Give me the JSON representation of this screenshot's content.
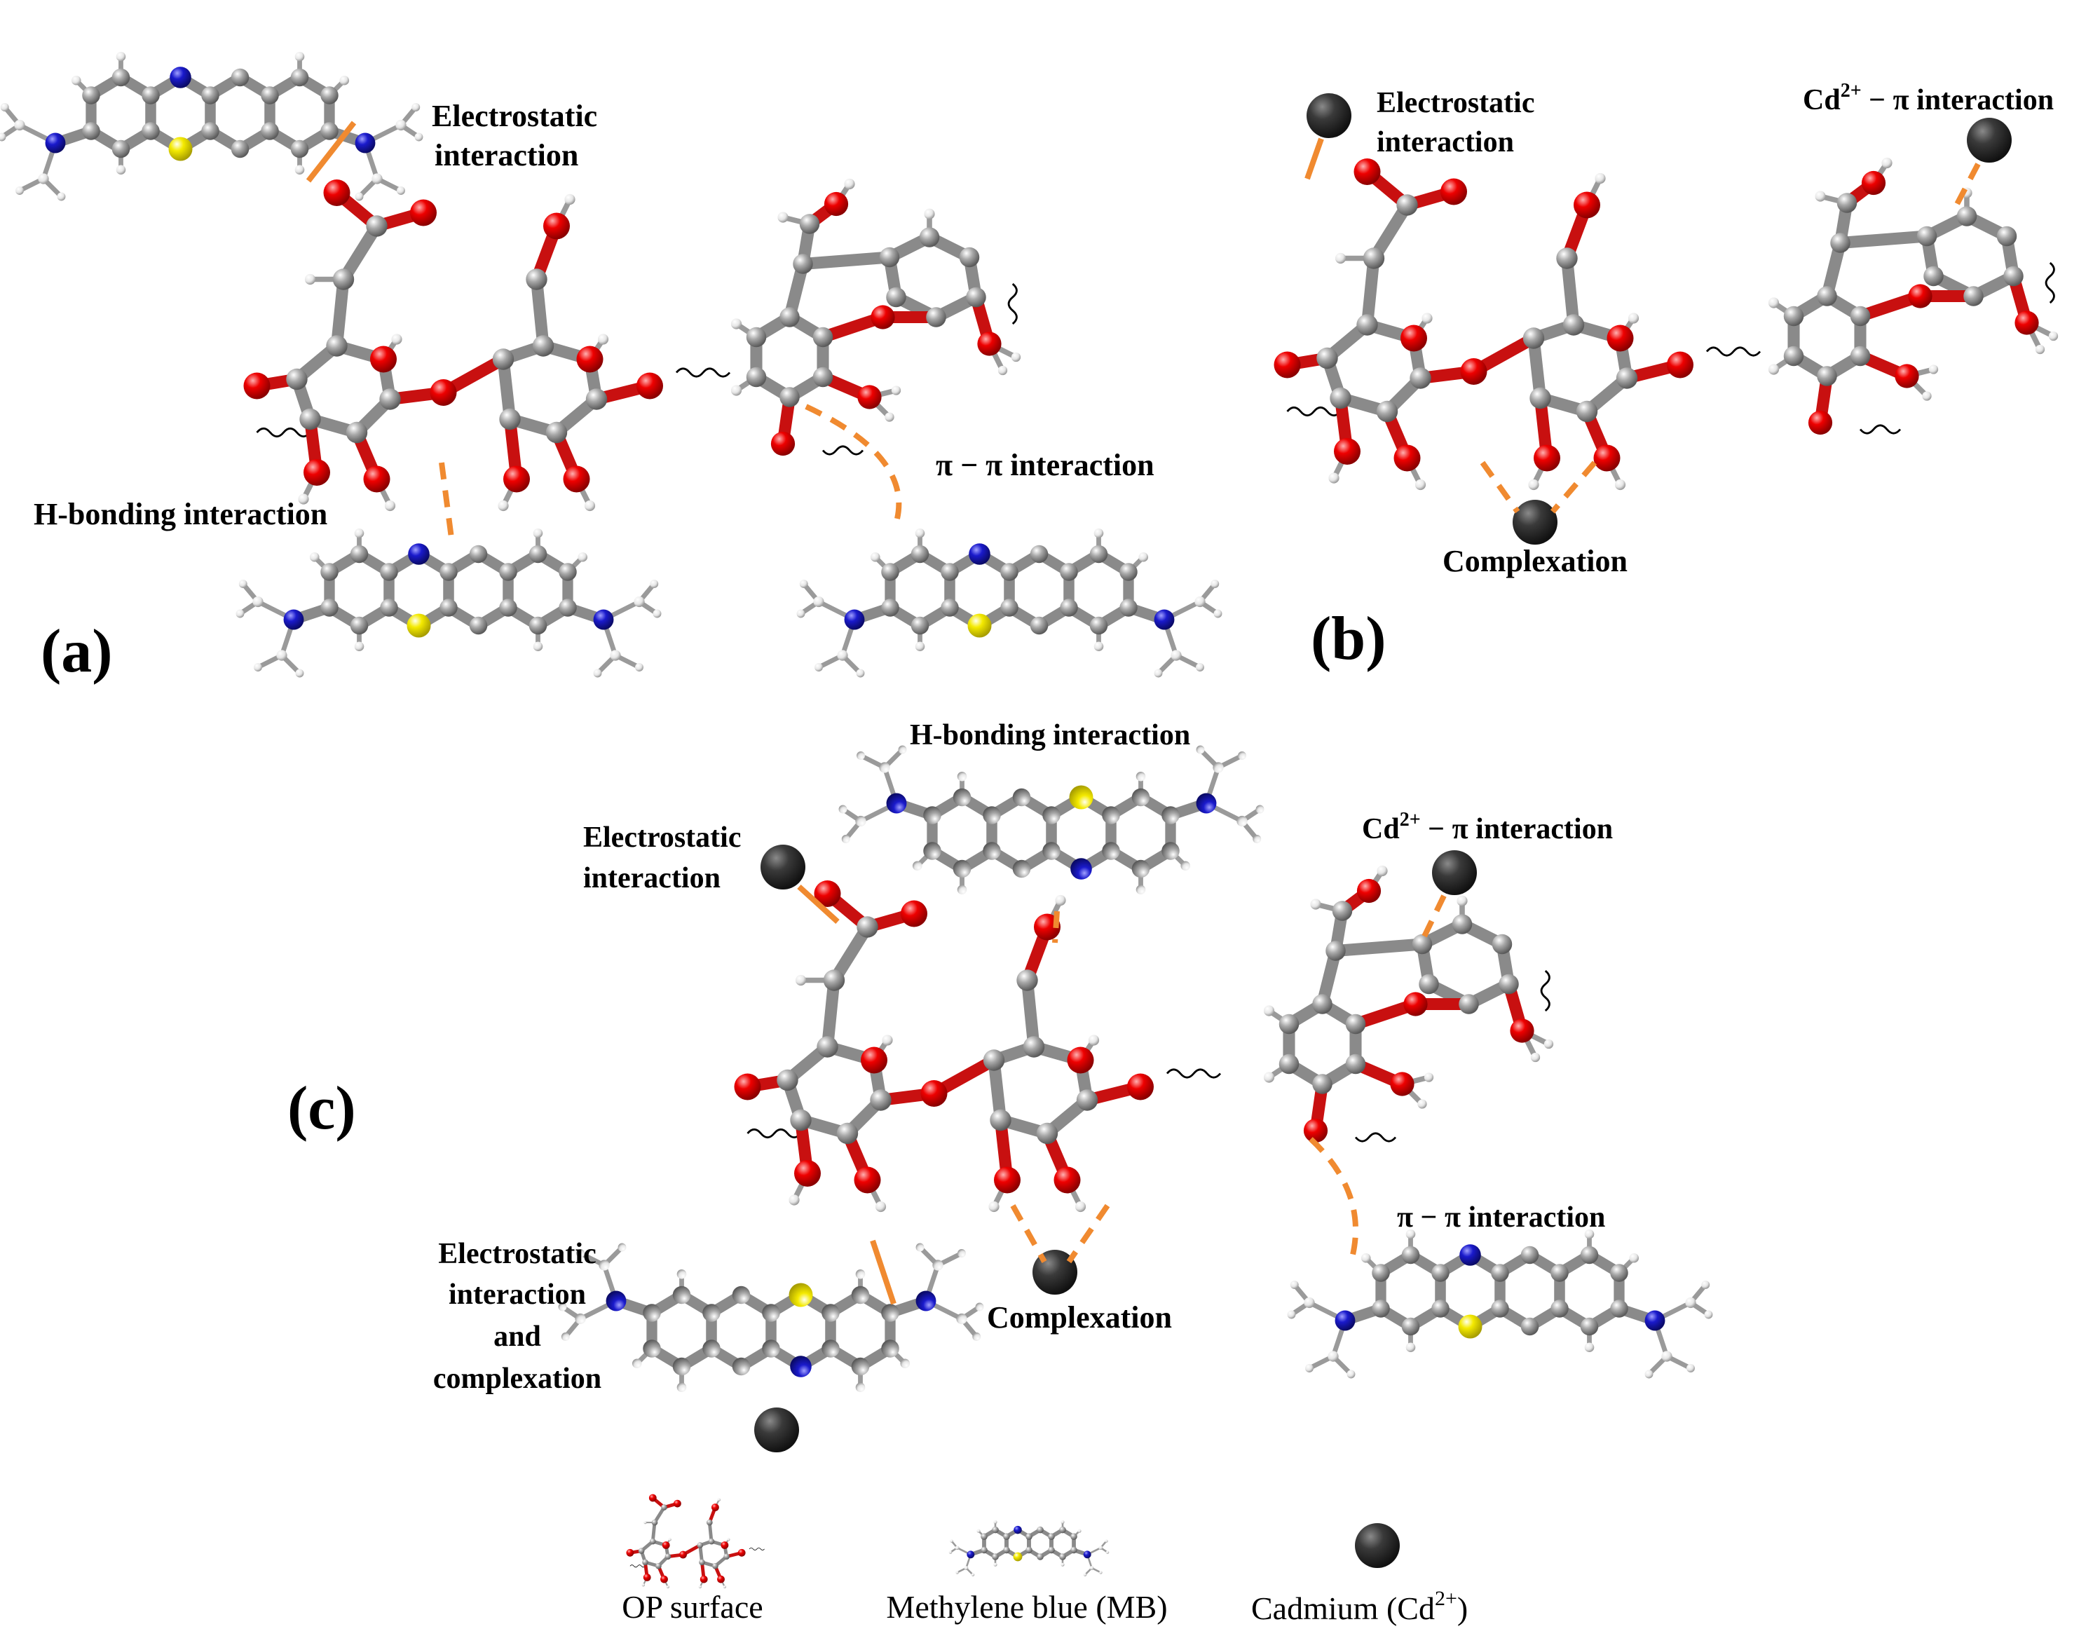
{
  "panels": {
    "a": "(a)",
    "b": "(b)",
    "c": "(c)"
  },
  "labels": {
    "a_electrostatic_1": "Electrostatic",
    "a_electrostatic_2": "interaction",
    "a_hbond": "H-bonding interaction",
    "a_pipi": "π − π interaction",
    "b_electrostatic_1": "Electrostatic",
    "b_electrostatic_2": "interaction",
    "b_cd_pi_prefix": "Cd",
    "b_cd_pi_sup": "2+",
    "b_cd_pi_suffix": " − π interaction",
    "b_complexation": "Complexation",
    "c_hbond": "H-bonding interaction",
    "c_electrostatic_1": "Electrostatic",
    "c_electrostatic_2": "interaction",
    "c_cd_pi_prefix": "Cd",
    "c_cd_pi_sup": "2+",
    "c_cd_pi_suffix": " − π interaction",
    "c_pipi": "π − π interaction",
    "c_complexation": "Complexation",
    "c_ec_1": "Electrostatic",
    "c_ec_2": "interaction",
    "c_ec_3": "and",
    "c_ec_4": "complexation"
  },
  "legend": {
    "op_surface": "OP surface",
    "mb": "Methylene blue (MB)",
    "cd_prefix": "Cadmium (Cd",
    "cd_sup": "2+",
    "cd_suffix": ")"
  },
  "colors": {
    "carbon": "#8a8a8a",
    "oxygen": "#e00000",
    "nitrogen": "#1a1acc",
    "sulfur": "#f2e600",
    "hydrogen": "#e8e8e8",
    "cadmium": "#333333",
    "interaction_line": "#f08a30"
  }
}
